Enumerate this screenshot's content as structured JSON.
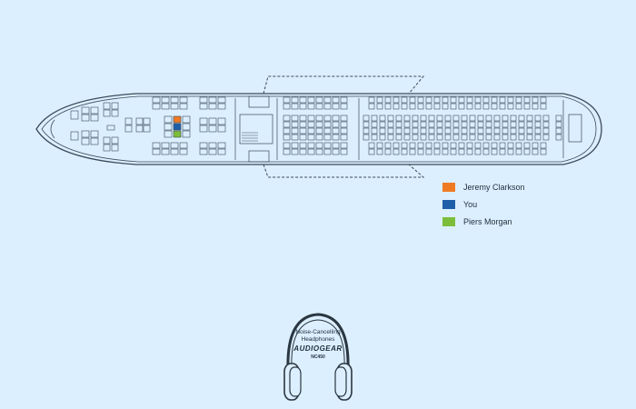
{
  "legend": {
    "items": [
      {
        "label": "Jeremy Clarkson",
        "color": "#f07a22"
      },
      {
        "label": "You",
        "color": "#1e5fa8"
      },
      {
        "label": "Piers Morgan",
        "color": "#7cbd3a"
      }
    ]
  },
  "ad": {
    "line1": "Noise-Cancelling",
    "line2": "Headphones",
    "brand": "AUDIOGEAR",
    "model": "NC450"
  },
  "colors": {
    "background": "#dcefff",
    "outline": "#3a4a58",
    "seat_fill": "#dcefff"
  },
  "icons": [
    "airplane-outline",
    "headphones-icon"
  ]
}
